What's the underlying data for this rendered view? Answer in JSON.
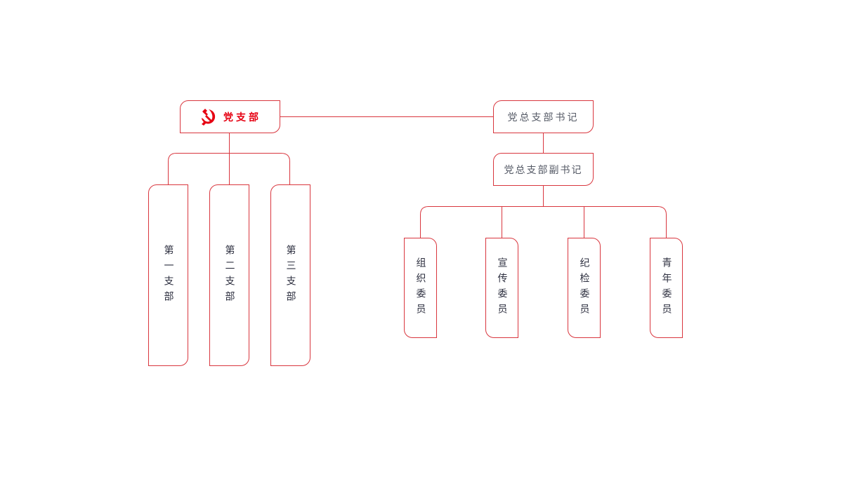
{
  "colors": {
    "accent": "#d9363e",
    "root_text": "#e60012",
    "text": "#2e3040",
    "header_text": "#555a66"
  },
  "root": {
    "icon": "hammer-sickle-icon",
    "label": "党支部"
  },
  "secretary": {
    "label": "党总支部书记"
  },
  "deputy_secretary": {
    "label": "党总支部副书记"
  },
  "branches": [
    {
      "label": "第一支部"
    },
    {
      "label": "第二支部"
    },
    {
      "label": "第三支部"
    }
  ],
  "committees": [
    {
      "label": "组织委员"
    },
    {
      "label": "宣传委员"
    },
    {
      "label": "纪检委员"
    },
    {
      "label": "青年委员"
    }
  ]
}
